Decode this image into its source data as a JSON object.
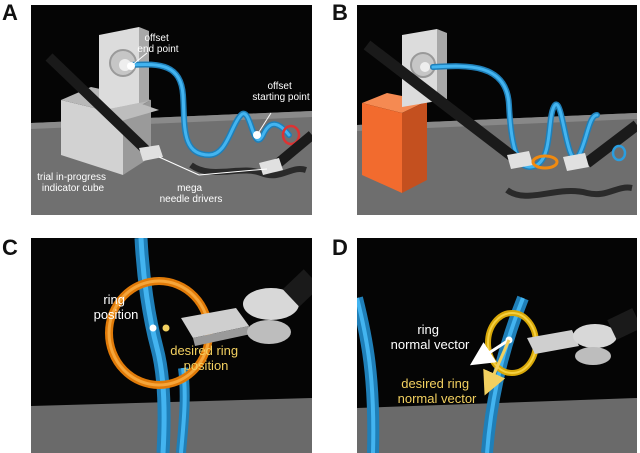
{
  "panels": {
    "A": {
      "letter": "A",
      "labels": {
        "offset_end_point": [
          "offset",
          "end point"
        ],
        "offset_starting_point": [
          "offset",
          "starting point"
        ],
        "trial_cube": [
          "trial in-progress",
          "indicator cube"
        ],
        "needle_drivers": [
          "mega",
          "needle drivers"
        ]
      }
    },
    "B": {
      "letter": "B"
    },
    "C": {
      "letter": "C",
      "labels": {
        "ring_position": [
          "ring",
          "position"
        ],
        "desired_ring_position": [
          "desired ring",
          "position"
        ]
      }
    },
    "D": {
      "letter": "D",
      "labels": {
        "ring_normal_vector": [
          "ring",
          "normal vector"
        ],
        "desired_ring_normal_vector": [
          "desired ring",
          "normal vector"
        ]
      }
    }
  },
  "colors": {
    "tube_blue": "#2a9ee0",
    "ring_orange": "#f08a10",
    "cube_orange": "#f26b2e",
    "desired_yellow": "#f2d060",
    "background": "#050505",
    "floor": "#6e6e6e"
  }
}
